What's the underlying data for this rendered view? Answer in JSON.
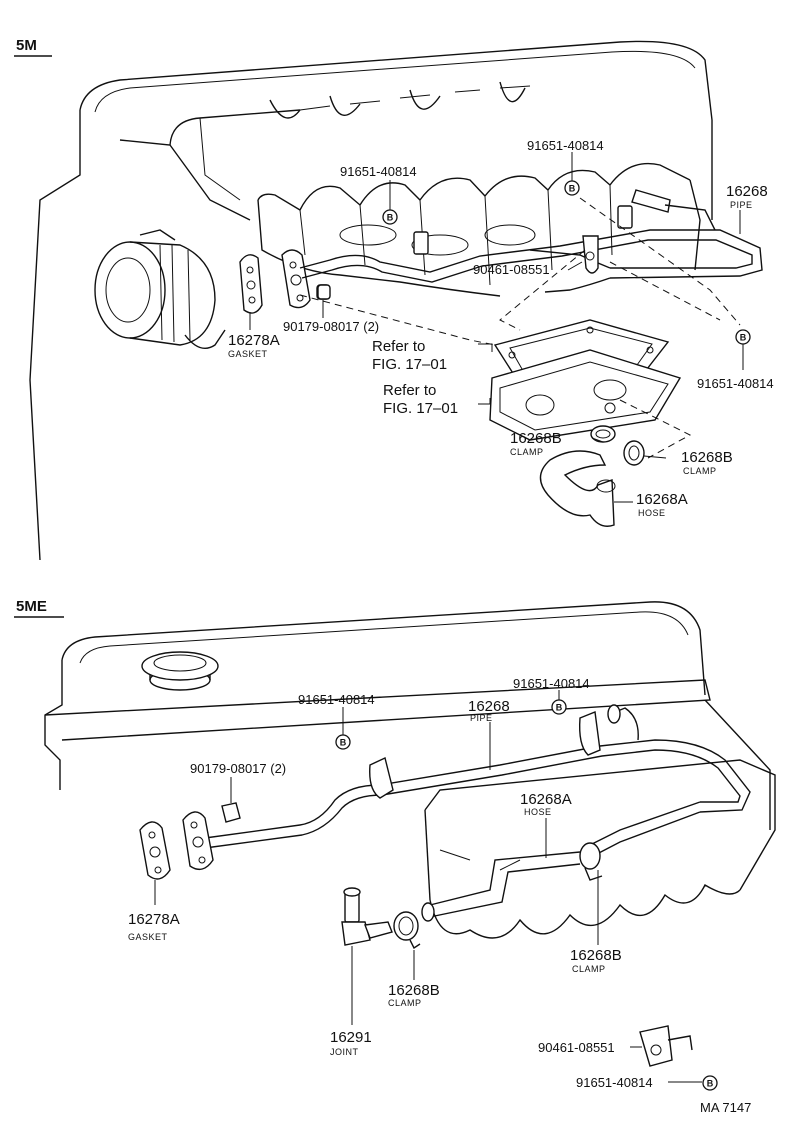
{
  "section_5m": {
    "title": "5M",
    "labels": {
      "bolt_91651_left": "91651-40814",
      "bolt_91651_top": "91651-40814",
      "pipe_no": "16268",
      "pipe_name": "PIPE",
      "clamp_90461": "90461-08551",
      "bolt_91651_right": "91651-40814",
      "gasket_no": "16278A",
      "gasket_name": "GASKET",
      "nut_90179": "90179-08017 (2)",
      "refer1_line1": "Refer to",
      "refer1_line2": "FIG. 17–01",
      "refer2_line1": "Refer to",
      "refer2_line2": "FIG. 17–01",
      "clamp_left_no": "16268B",
      "clamp_left_name": "CLAMP",
      "clamp_right_no": "16268B",
      "clamp_right_name": "CLAMP",
      "hose_no": "16268A",
      "hose_name": "HOSE",
      "b_mark": "B"
    }
  },
  "section_5me": {
    "title": "5ME",
    "labels": {
      "bolt_91651_left": "91651-40814",
      "pipe_no": "16268",
      "pipe_name": "PIPE",
      "bolt_91651_top": "91651-40814",
      "nut_90179": "90179-08017 (2)",
      "hose_no": "16268A",
      "hose_name": "HOSE",
      "gasket_no": "16278A",
      "gasket_name": "GASKET",
      "clamp_right_no": "16268B",
      "clamp_right_name": "CLAMP",
      "clamp_left_no": "16268B",
      "clamp_left_name": "CLAMP",
      "joint_no": "16291",
      "joint_name": "JOINT",
      "clamp_90461": "90461-08551",
      "bolt_91651_bottom": "91651-40814",
      "b_mark": "B"
    }
  },
  "figure_code": "MA 7147"
}
